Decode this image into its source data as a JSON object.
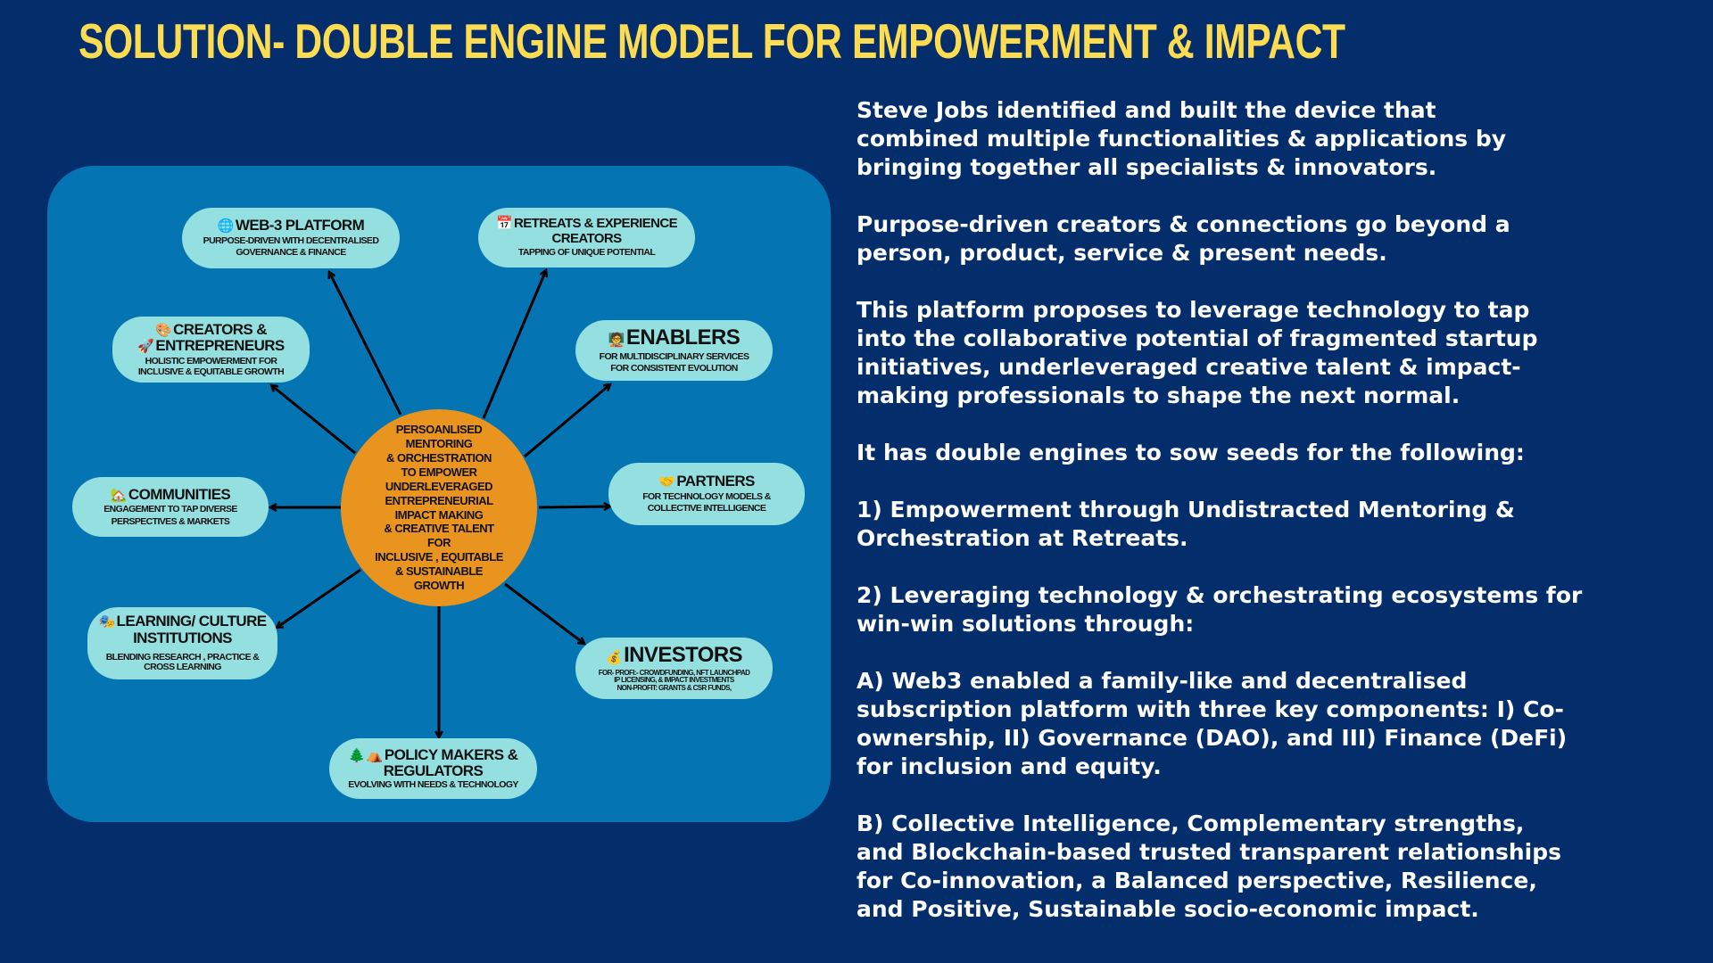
{
  "title": "SOLUTION- DOUBLE ENGINE MODEL FOR EMPOWERMENT &  IMPACT",
  "diagram": {
    "center": [
      "PERSOANLISED",
      "MENTORING",
      "& ORCHESTRATION",
      "TO EMPOWER",
      "UNDERLEVERAGED",
      "ENTREPRENEURIAL",
      "IMPACT MAKING",
      "& CREATIVE TALENT",
      "FOR",
      "INCLUSIVE , EQUITABLE",
      "& SUSTAINABLE",
      "GROWTH"
    ],
    "nodes": {
      "web3": {
        "icon": "globe-icon",
        "glyph": "🌐",
        "title": "WEB-3 PLATFORM",
        "sub": [
          "PURPOSE-DRIVEN WITH DECENTRALISED",
          "GOVERNANCE & FINANCE"
        ]
      },
      "retreats": {
        "icon": "calendar-icon",
        "glyph": "📅",
        "title": [
          "RETREATS & EXPERIENCE",
          "CREATORS"
        ],
        "sub": [
          "TAPPING OF UNIQUE POTENTIAL"
        ]
      },
      "creators": {
        "icon": "palette-rocket-icon",
        "glyph": "🎨",
        "glyph2": "🚀",
        "title": [
          "CREATORS &",
          "ENTREPRENEURS"
        ],
        "sub": [
          "HOLISTIC EMPOWERMENT FOR",
          "INCLUSIVE & EQUITABLE GROWTH"
        ]
      },
      "enablers": {
        "icon": "teacher-icon",
        "glyph": "🧑‍🏫",
        "title": "ENABLERS",
        "sub": [
          "FOR MULTIDISCIPLINARY SERVICES",
          "FOR CONSISTENT EVOLUTION"
        ]
      },
      "communities": {
        "icon": "house-icon",
        "glyph": "🏡",
        "title": "COMMUNITIES",
        "sub": [
          "ENGAGEMENT TO TAP DIVERSE",
          "PERSPECTIVES  & MARKETS"
        ]
      },
      "partners": {
        "icon": "handshake-icon",
        "glyph": "🤝",
        "title": "PARTNERS",
        "sub": [
          "FOR TECHNOLOGY  MODELS &",
          "COLLECTIVE INTELLIGENCE"
        ]
      },
      "learning": {
        "icon": "masks-icon",
        "glyph": "🎭",
        "title": [
          "LEARNING/ CULTURE",
          "INSTITUTIONS"
        ],
        "sub": [
          "BLENDING RESEARCH , PRACTICE &",
          "CROSS LEARNING"
        ]
      },
      "investors": {
        "icon": "money-bag-icon",
        "glyph": "💰",
        "title": "INVESTORS",
        "sub": [
          "FOR- PROFI:- CROWDFUNDING, NFT LAUNCHPAD",
          "IP LICENSING, &  IMPACT INVESTMENTS",
          "NON-PROFIT: GRANTS & CSR FUNDS,"
        ]
      },
      "policy": {
        "icon": "tree-tent-icon",
        "glyph": "🌲",
        "glyph2": "⛺",
        "title": [
          "POLICY MAKERS &",
          "REGULATORS"
        ],
        "sub": [
          "EVOLVING WITH NEEDS & TECHNOLOGY"
        ]
      }
    }
  },
  "body": [
    [
      " Steve Jobs identified and built the device that",
      "combined multiple functionalities & applications by",
      "bringing together all specialists & innovators."
    ],
    [
      "Purpose-driven creators & connections go beyond a",
      "person, product, service & present needs."
    ],
    [
      "This platform proposes to leverage technology to tap",
      "into the collaborative potential of fragmented startup",
      "initiatives, underleveraged creative talent & impact-",
      "making professionals to shape the next normal."
    ],
    [
      "It has double engines to sow seeds for the following:"
    ],
    [
      "1) Empowerment through Undistracted Mentoring &",
      "Orchestration at Retreats."
    ],
    [
      "2) Leveraging technology & orchestrating ecosystems for",
      "win-win solutions through:"
    ],
    [
      "A) Web3 enabled a family-like and decentralised",
      "subscription platform with three key components: I) Co-",
      "ownership, II) Governance (DAO), and III) Finance (DeFi)",
      "for inclusion and equity."
    ],
    [
      "B) Collective Intelligence, Complementary strengths,",
      "and Blockchain-based trusted transparent relationships",
      "for Co-innovation, a Balanced perspective, Resilience,",
      "and Positive, Sustainable socio-economic impact."
    ]
  ],
  "colors": {
    "background": "#032d6b",
    "panel": "#0574b3",
    "pill": "#94dfdf",
    "center": "#e9941f",
    "title": "#fddc52"
  }
}
